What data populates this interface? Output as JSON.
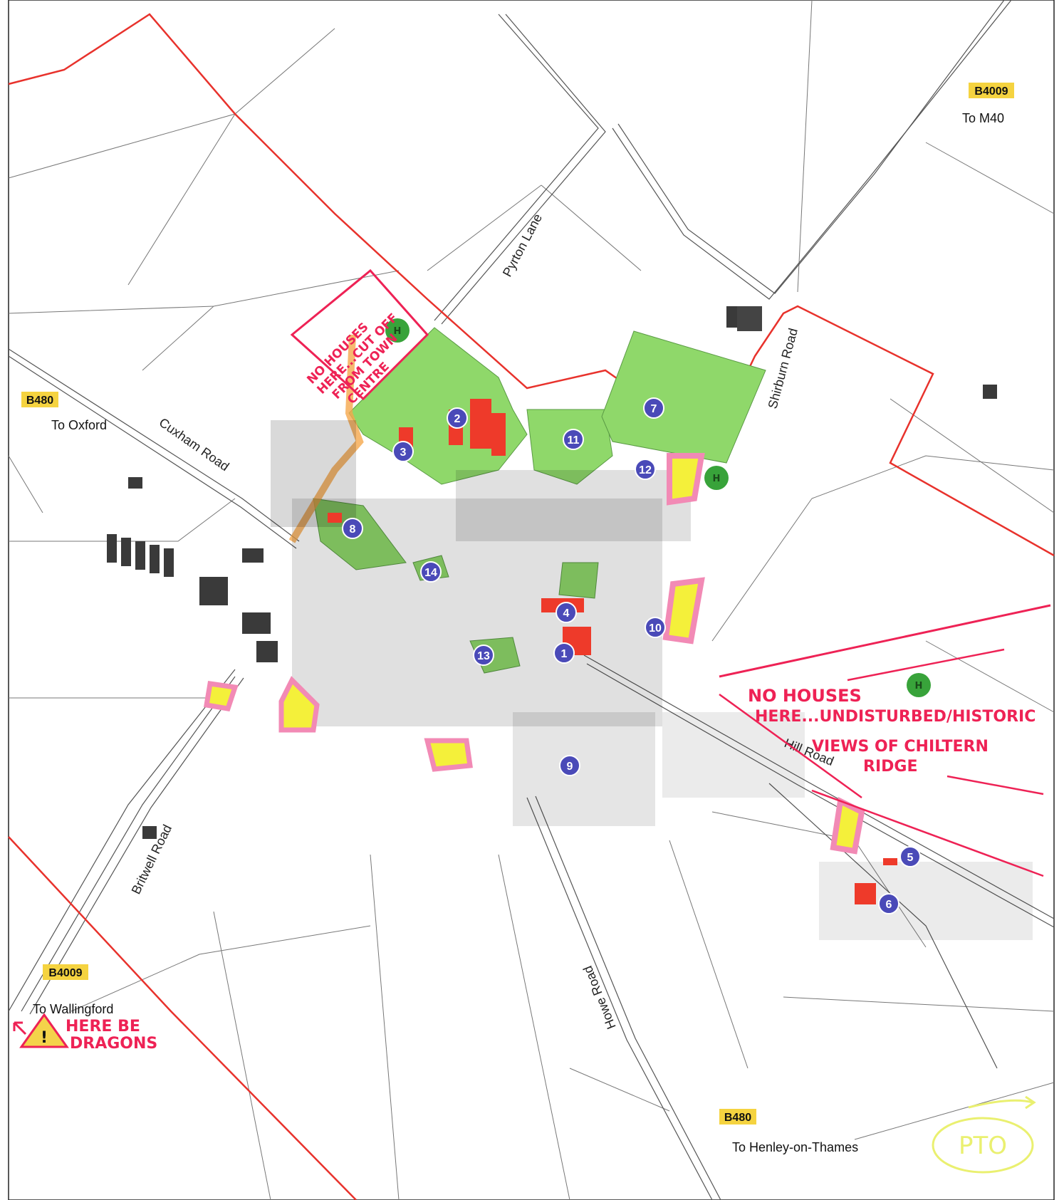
{
  "map": {
    "road_names": {
      "pyrton": "Pyrton Lane",
      "shirburn": "Shirburn Road",
      "cuxham": "Cuxham Road",
      "hill": "Hill Road",
      "britwell": "Britwell Road",
      "howe": "Howe Road"
    },
    "destinations": {
      "m40": "To M40",
      "oxford": "To Oxford",
      "wallingford": "To Wallingford",
      "henley": "To Henley-on-Thames"
    },
    "highways": {
      "b4009_ne": "B4009",
      "b480_w": "B480",
      "b4009_sw": "B4009",
      "b480_s": "B480"
    },
    "sites": {
      "s1": "1",
      "s2": "2",
      "s3": "3",
      "s4": "4",
      "s5": "5",
      "s6": "6",
      "s7": "7",
      "s8": "8",
      "s9": "9",
      "s10": "10",
      "s11": "11",
      "s12": "12",
      "s13": "13",
      "s14": "14"
    },
    "heritage_markers": {
      "h1": "H",
      "h2": "H",
      "h3": "H"
    },
    "annotations": {
      "nw_line1": "NO HOUSES",
      "nw_line2": "HERE...CUT OFF",
      "nw_line3": "FROM TOWN",
      "nw_line4": "CENTRE",
      "east_line1": "NO HOUSES",
      "east_line2": "HERE...UNDISTURBED/HISTORIC",
      "east_line3": "VIEWS OF CHILTERN",
      "east_line4": "RIDGE",
      "dragons_line1": "HERE BE",
      "dragons_line2": "DRAGONS",
      "pto": "PTO"
    },
    "colors": {
      "boundary": "#e8322c",
      "green_space": "#8fd86a",
      "proposed_site": "#f4f03a",
      "proposed_outline": "#f28ab5",
      "building": "#3a3a3a",
      "listed_building": "#ee3a2a",
      "marker": "#4a4ab8",
      "annotation": "#ee2255",
      "pto": "#eaf070"
    }
  }
}
